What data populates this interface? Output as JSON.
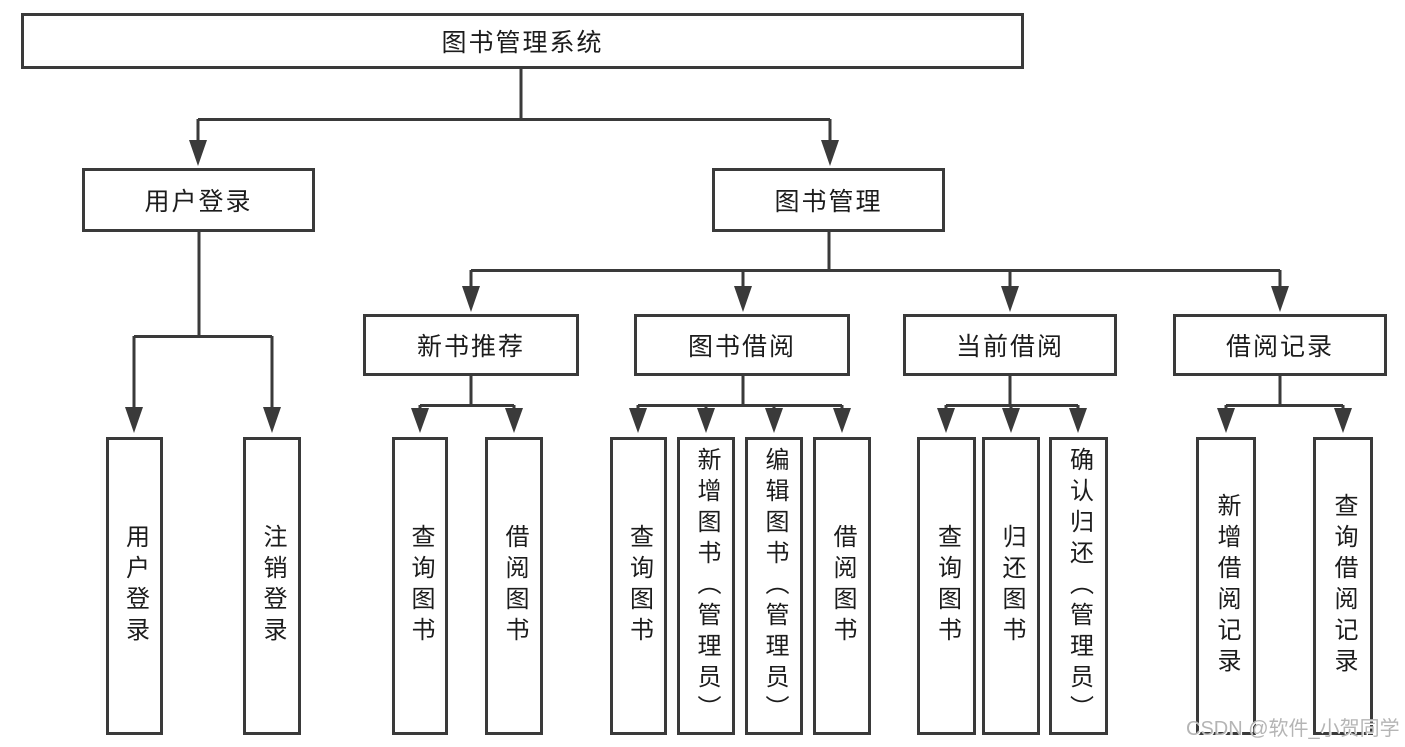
{
  "diagram": {
    "title": "图书管理系统",
    "level2": {
      "user_login": "用户登录",
      "book_management": "图书管理"
    },
    "level3": {
      "new_book_recommend": "新书推荐",
      "book_borrow": "图书借阅",
      "current_borrow": "当前借阅",
      "borrow_records": "借阅记录"
    },
    "leaves": {
      "user_login_leaf": "用户登录",
      "logout": "注销登录",
      "nb_query_books": "查询图书",
      "nb_borrow_books": "借阅图书",
      "bb_query_books": "查询图书",
      "bb_add_books": "新增图书（管理员）",
      "bb_edit_books": "编辑图书（管理员）",
      "bb_borrow_books": "借阅图书",
      "cb_query_books": "查询图书",
      "cb_return_books": "归还图书",
      "cb_confirm_return": "确认归还（管理员）",
      "br_add_record": "新增借阅记录",
      "br_query_record": "查询借阅记录"
    }
  },
  "watermark": "CSDN @软件_小贺同学",
  "colors": {
    "line": "#3a3a3a",
    "text": "#1c1c1c",
    "watermark": "#b5b5b5",
    "background": "#ffffff"
  }
}
